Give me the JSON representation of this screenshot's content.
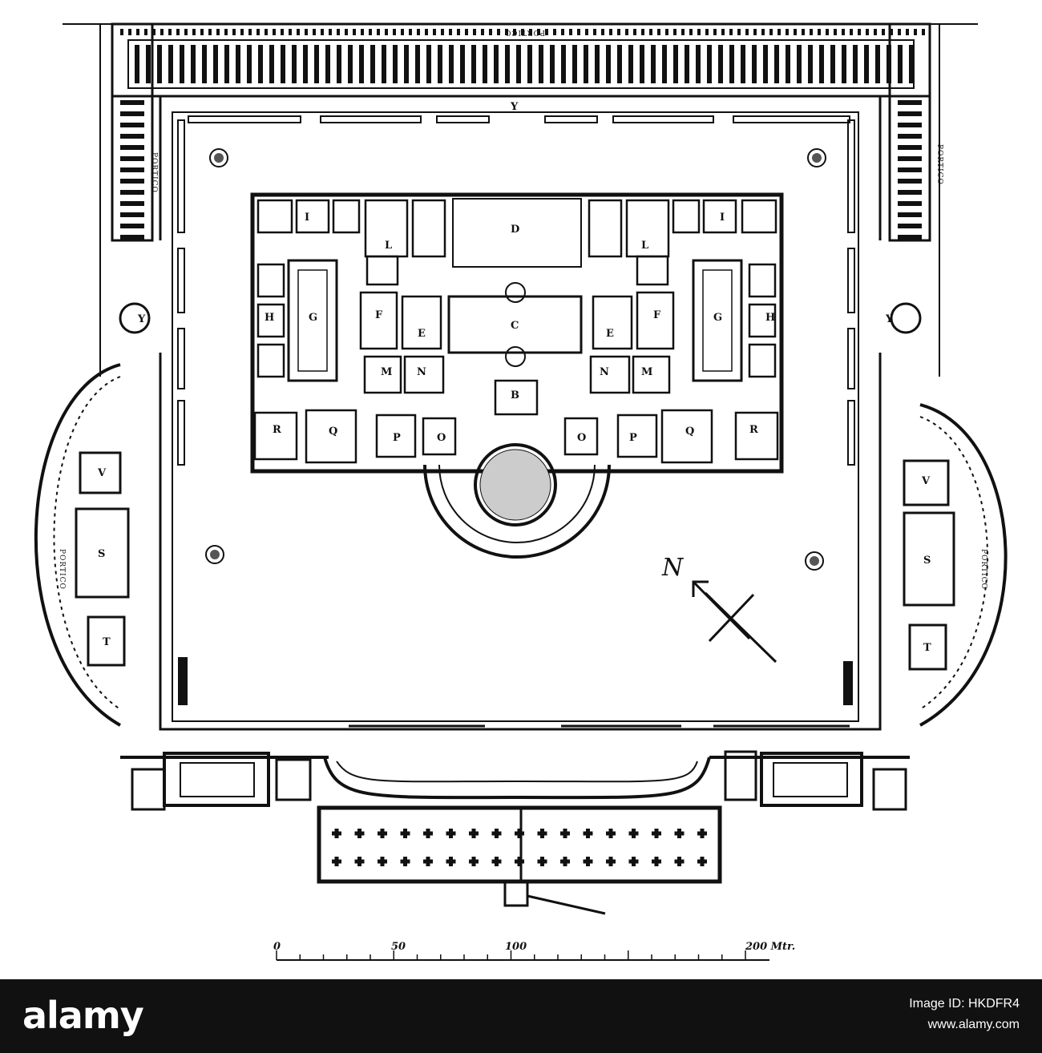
{
  "plan": {
    "portico_labels": [
      "PORTICO",
      "PORTICO",
      "PORTICO",
      "PORTICO",
      "PORTICO"
    ],
    "room_labels_left": [
      "I",
      "L",
      "G",
      "H",
      "F",
      "E",
      "N",
      "M",
      "R",
      "Q",
      "P",
      "O",
      "V",
      "S",
      "T",
      "Y"
    ],
    "room_labels_right": [
      "I",
      "L",
      "G",
      "H",
      "F",
      "E",
      "N",
      "M",
      "R",
      "Q",
      "P",
      "O",
      "V",
      "S",
      "T",
      "Y"
    ],
    "room_labels_center": [
      "D",
      "C",
      "B",
      "Y"
    ],
    "north_label": "N"
  },
  "scale": {
    "ticks": [
      "0",
      "50",
      "100",
      "200 Mtr."
    ]
  },
  "watermark": {
    "logo": "alamy",
    "image_id": "Image ID: HKDFR4",
    "url": "www.alamy.com"
  },
  "colors": {
    "ink": "#111111",
    "paper": "#ffffff",
    "bar": "#111111"
  }
}
